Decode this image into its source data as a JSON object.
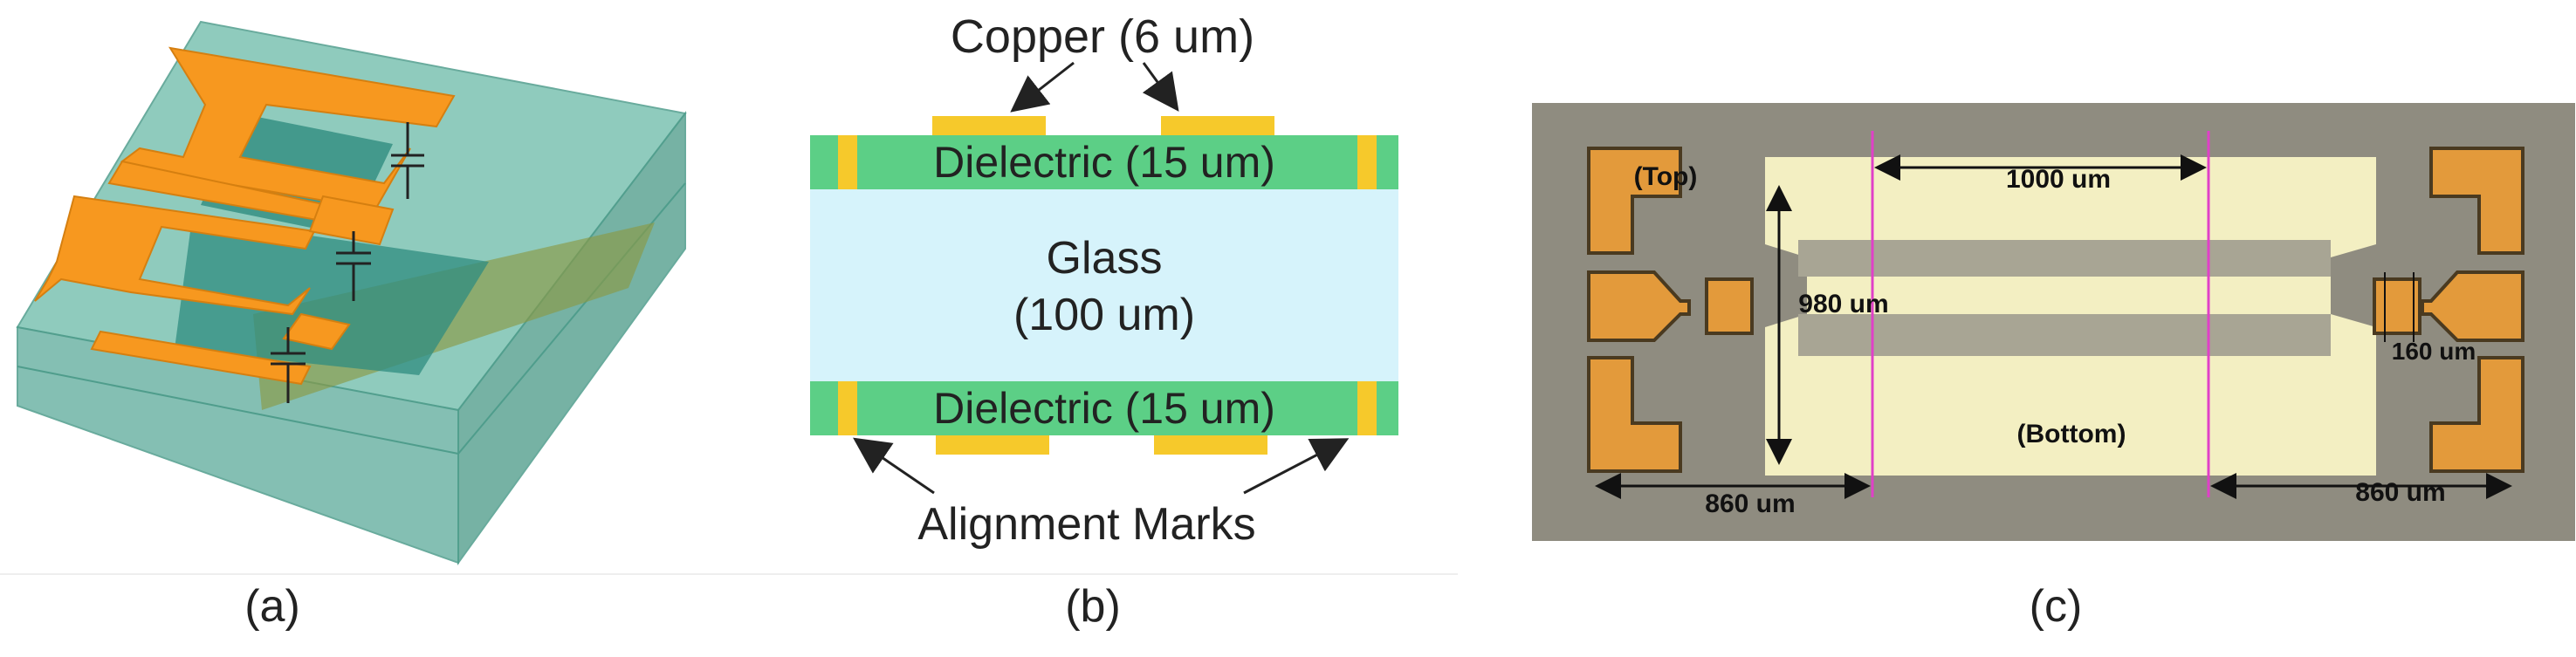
{
  "figure": {
    "captions": {
      "a": "(a)",
      "b": "(b)",
      "c": "(c)"
    }
  },
  "panel_b": {
    "copper_label": "Copper (6 um)",
    "dielectric_top": "Dielectric (15 um)",
    "glass_line1": "Glass",
    "glass_line2": "(100 um)",
    "dielectric_bottom": "Dielectric (15 um)",
    "alignment_label": "Alignment Marks",
    "colors": {
      "dielectric": "#5ccf86",
      "glass": "#d6f3fb",
      "copper": "#f6c92b"
    }
  },
  "panel_c": {
    "label_top": "(Top)",
    "label_bottom": "(Bottom)",
    "dim_1000": "1000 um",
    "dim_980": "980 um",
    "dim_160": "160 um",
    "dim_860_left": "860 um",
    "dim_860_right": "860 um",
    "colors": {
      "background": "#8f8c80",
      "pad": "#e39a3b",
      "trace": "#f3efc2",
      "marker": "#e040c8"
    }
  },
  "panel_a": {
    "colors": {
      "metal": "#f7981f",
      "substrate": "#6fb5a6"
    }
  }
}
